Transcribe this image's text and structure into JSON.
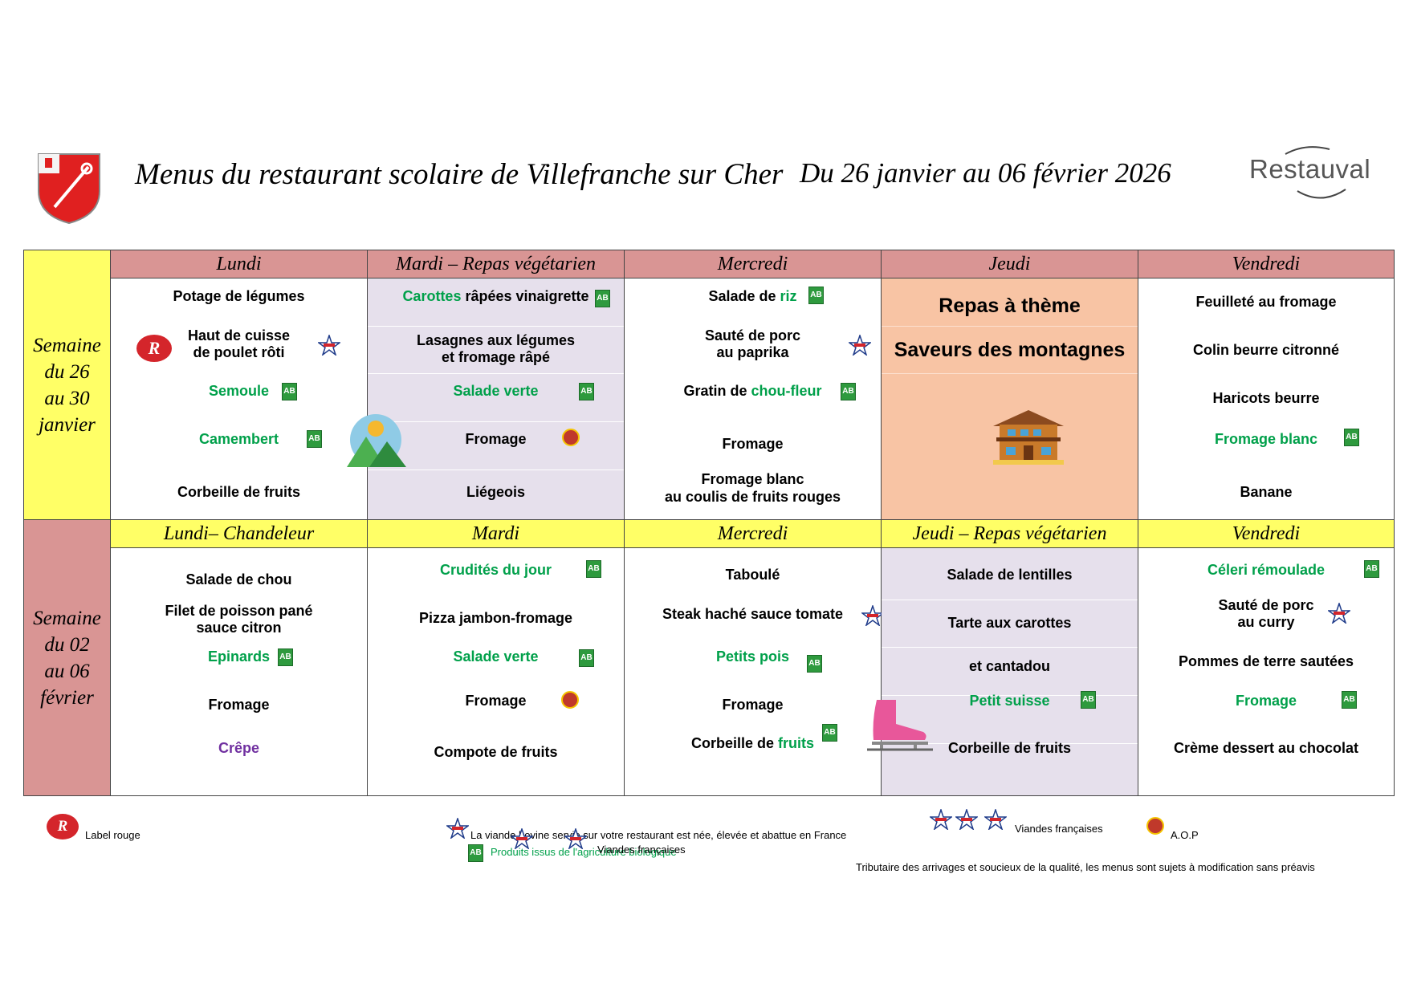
{
  "header": {
    "title": "Menus du restaurant scolaire de Villefranche sur Cher",
    "dates": "Du 26 janvier au 06 février 2026",
    "logo": "Restauval"
  },
  "week1": {
    "label": [
      "Semaine",
      "du 26",
      "au 30",
      "janvier"
    ],
    "days": [
      {
        "name": "Lundi",
        "dishes": [
          "Potage de légumes",
          "Haut de cuisse",
          "de poulet rôti",
          "Semoule",
          "Camembert",
          "Corbeille de fruits"
        ]
      },
      {
        "name": "Mardi – Repas végétarien",
        "dishes": [
          "Carottes",
          "râpées vinaigrette",
          "Lasagnes aux légumes",
          "et fromage râpé",
          "Salade verte",
          "Fromage",
          "Liégeois"
        ]
      },
      {
        "name": "Mercredi",
        "dishes": [
          "Salade de",
          "riz",
          "Sauté de porc",
          "au paprika",
          "Gratin de",
          "chou-fleur",
          "Fromage",
          "Fromage blanc",
          "au coulis de fruits rouges"
        ]
      },
      {
        "name": "Jeudi",
        "theme": [
          "Repas à thème",
          "Saveurs des montagnes"
        ]
      },
      {
        "name": "Vendredi",
        "dishes": [
          "Feuilleté au fromage",
          "Colin beurre citronné",
          "Haricots beurre",
          "Fromage blanc",
          "Banane"
        ]
      }
    ]
  },
  "week2": {
    "label": [
      "Semaine",
      "du 02",
      "au 06",
      "février"
    ],
    "days": [
      {
        "name": "Lundi– Chandeleur",
        "dishes": [
          "Salade de chou",
          "Filet de poisson pané",
          "sauce citron",
          "Epinards",
          "Fromage",
          "Crêpe"
        ]
      },
      {
        "name": "Mardi",
        "dishes": [
          "Crudités du jour",
          "Pizza jambon-fromage",
          "Salade verte",
          "Fromage",
          "Compote de fruits"
        ]
      },
      {
        "name": "Mercredi",
        "dishes": [
          "Taboulé",
          "Steak haché sauce tomate",
          "Petits pois",
          "Fromage",
          "Corbeille de",
          "fruits"
        ]
      },
      {
        "name": "Jeudi – Repas végétarien",
        "dishes": [
          "Salade de lentilles",
          "Tarte aux carottes",
          "et cantadou",
          "Petit suisse",
          "Corbeille de fruits"
        ]
      },
      {
        "name": "Vendredi",
        "dishes": [
          "Céleri rémoulade",
          "Sauté de porc",
          "au curry",
          "Pommes de terre sautées",
          "Fromage",
          "Crème dessert au chocolat"
        ]
      }
    ]
  },
  "legend": {
    "label_rouge": "Label rouge",
    "viande": "La viande bovine servie sur votre restaurant est née, élevée et abattue en France",
    "bio": "Produits issus de l'agriculture biologique",
    "viandes_fr_1": "Viandes françaises",
    "viandes_fr_2": "Viandes françaises",
    "aop": "A.O.P",
    "tributaire": "Tributaire des arrivages et soucieux de la qualité, les menus sont sujets à modification sans préavis"
  },
  "icons": {
    "bio": "AB",
    "label_rouge": "R"
  },
  "colors": {
    "week1_header": "#d99594",
    "week2_header": "#ffff66",
    "vegetarian": "#e6e0ec",
    "theme": "#f8c4a4",
    "bio_text": "#00a04a"
  }
}
